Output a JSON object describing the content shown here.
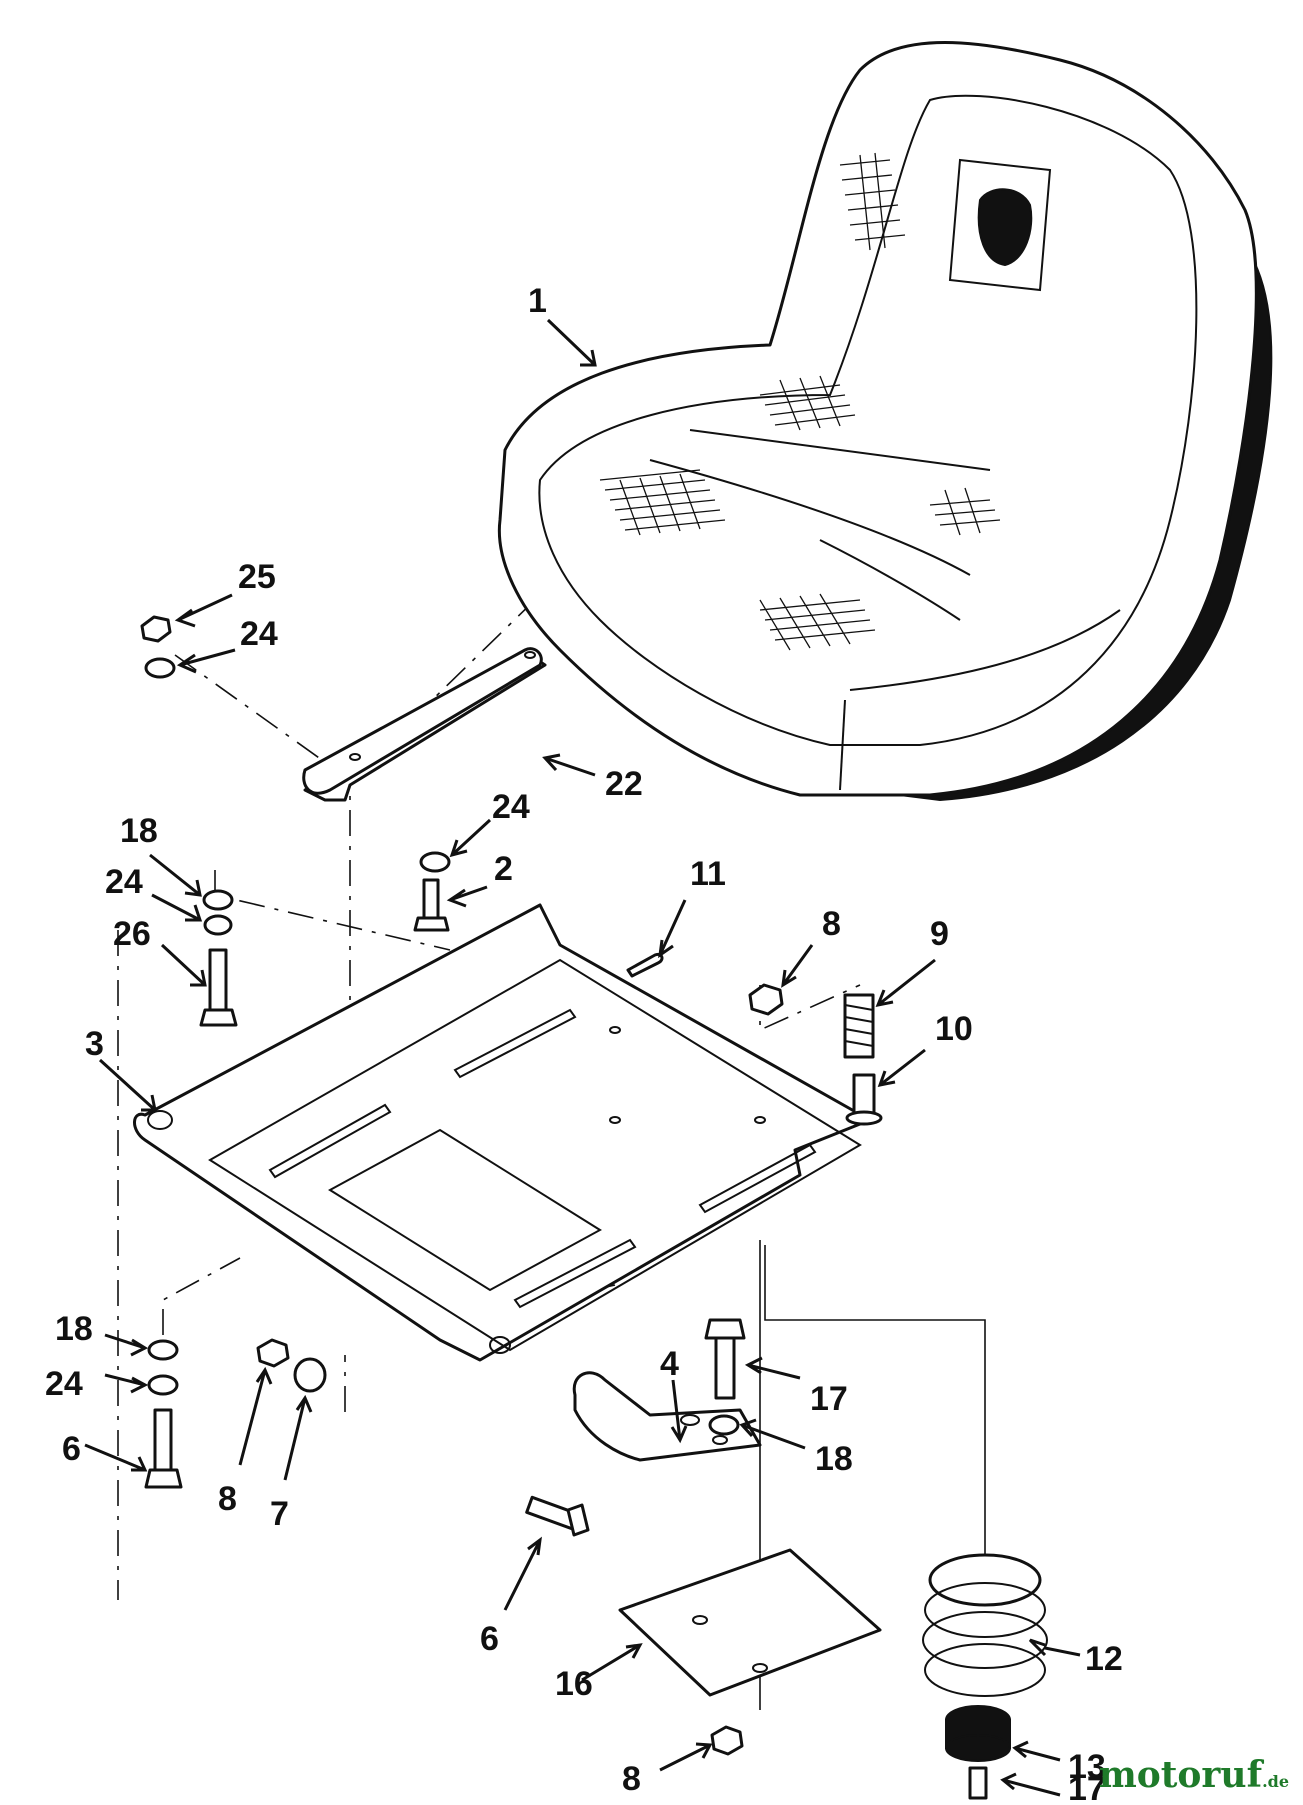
{
  "diagram": {
    "callouts": [
      {
        "id": "c1",
        "label": "1"
      },
      {
        "id": "c25",
        "label": "25"
      },
      {
        "id": "c24a",
        "label": "24"
      },
      {
        "id": "c22",
        "label": "22"
      },
      {
        "id": "c24b",
        "label": "24"
      },
      {
        "id": "c2",
        "label": "2"
      },
      {
        "id": "c18a",
        "label": "18"
      },
      {
        "id": "c24c",
        "label": "24"
      },
      {
        "id": "c26",
        "label": "26"
      },
      {
        "id": "c11",
        "label": "11"
      },
      {
        "id": "c8a",
        "label": "8"
      },
      {
        "id": "c9",
        "label": "9"
      },
      {
        "id": "c10",
        "label": "10"
      },
      {
        "id": "c3",
        "label": "3"
      },
      {
        "id": "c18b",
        "label": "18"
      },
      {
        "id": "c24d",
        "label": "24"
      },
      {
        "id": "c6a",
        "label": "6"
      },
      {
        "id": "c8b",
        "label": "8"
      },
      {
        "id": "c7",
        "label": "7"
      },
      {
        "id": "c4",
        "label": "4"
      },
      {
        "id": "c17a",
        "label": "17"
      },
      {
        "id": "c18c",
        "label": "18"
      },
      {
        "id": "c6b",
        "label": "6"
      },
      {
        "id": "c16",
        "label": "16"
      },
      {
        "id": "c8c",
        "label": "8"
      },
      {
        "id": "c12",
        "label": "12"
      },
      {
        "id": "c13",
        "label": "13"
      },
      {
        "id": "c17b",
        "label": "17"
      }
    ]
  },
  "watermark": {
    "brand": "motoruf",
    "suffix": ".de"
  }
}
